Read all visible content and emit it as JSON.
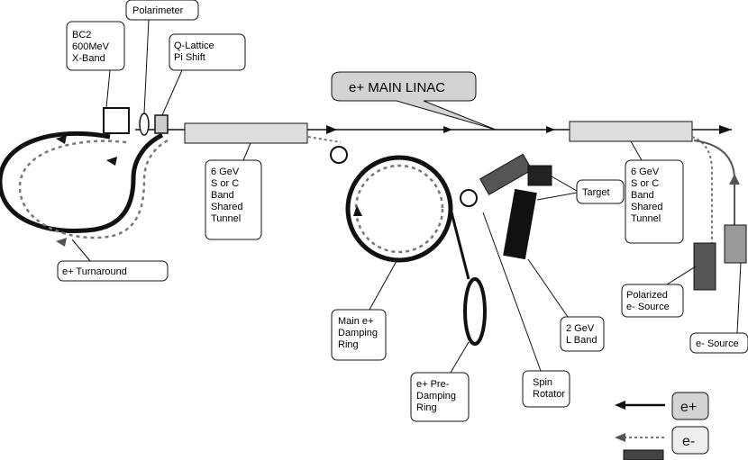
{
  "colors": {
    "positron_line": "#111111",
    "electron_line": "#777777",
    "box_fill": "#dddddd",
    "dark_component": "#222222",
    "mid_component": "#555555",
    "callout_fill": "#d3d3d3"
  },
  "labels": {
    "bc2": [
      "BC2",
      "600MeV",
      "X-Band"
    ],
    "polarimeter": [
      "Polarimeter"
    ],
    "q_lattice": [
      "Q-Lattice",
      "Pi Shift"
    ],
    "main_linac": [
      "e+ MAIN LINAC"
    ],
    "shared_tunnel_left": [
      "6 GeV",
      "S or C",
      "Band",
      "Shared",
      "Tunnel"
    ],
    "shared_tunnel_right": [
      "6 GeV",
      "S or C",
      "Band",
      "Shared",
      "Tunnel"
    ],
    "target": [
      "Target"
    ],
    "turnaround": [
      "e+ Turnaround"
    ],
    "main_damping_ring": [
      "Main e+",
      "Damping",
      "Ring"
    ],
    "pre_damping_ring": [
      "e+  Pre-",
      "Damping",
      "Ring"
    ],
    "spin_rotator": [
      "Spin",
      "Rotator"
    ],
    "l_band": [
      "2 GeV",
      "L Band"
    ],
    "polarized_source": [
      "Polarized",
      "e- Source"
    ],
    "e_source": [
      "e- Source"
    ]
  },
  "legend": {
    "positron": "e+",
    "electron": "e-"
  },
  "icons": {
    "flow_arrow": "arrowhead-icon",
    "ring_marker": "circle-marker-icon"
  }
}
